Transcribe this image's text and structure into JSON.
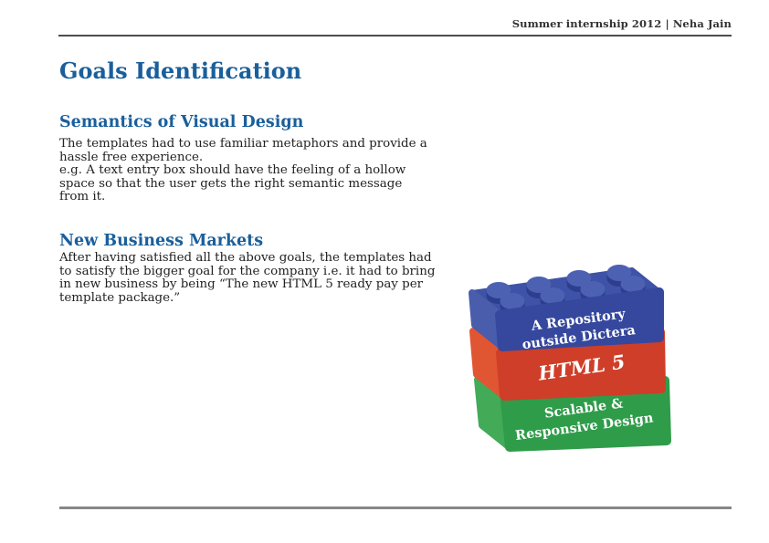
{
  "header": {
    "title": "Summer internship 2012 | Neha Jain"
  },
  "main": {
    "title": "Goals Identification",
    "sections": [
      {
        "heading": "Semantics of Visual Design",
        "lines": [
          "The templates had to use familiar metaphors and provide a",
          "hassle free experience.",
          "e.g. A text entry box should have the feeling of a hollow",
          "space so that the user gets the right semantic message",
          "from it."
        ]
      },
      {
        "heading": "New Business Markets",
        "lines": [
          "After having satisfied all the above goals, the templates had",
          "to satisfy the bigger goal for the company i.e. it had to bring",
          "in new business by being “The new HTML 5 ready pay per",
          "template package.”"
        ]
      }
    ]
  },
  "illustration": {
    "description": "stack of three lego bricks",
    "bricks": [
      {
        "id": "repository",
        "lines": [
          "A Repository",
          "outside Dictera"
        ]
      },
      {
        "id": "html5",
        "lines": [
          "HTML 5"
        ]
      },
      {
        "id": "scalable",
        "lines": [
          "Scalable &",
          "Responsive Design"
        ]
      }
    ]
  },
  "palette": {
    "heading_blue": "#1a5f9b",
    "body_text": "#222222",
    "header_text": "#333333",
    "header_rule": "#4d4d4d",
    "footer_rule": "#878787",
    "label_text": "#ffffff",
    "blue": {
      "front": "#35489e",
      "top": "#3e53a7",
      "end": "#4a5cac",
      "stud_side": "#2d3e8f",
      "stud_cap": "#4d61b3"
    },
    "red": {
      "front": "#cf3e28",
      "top": "#e8603a",
      "end": "#e05532"
    },
    "green": {
      "front": "#2f9c4a",
      "top": "#57b56b",
      "end": "#43aa58"
    }
  }
}
